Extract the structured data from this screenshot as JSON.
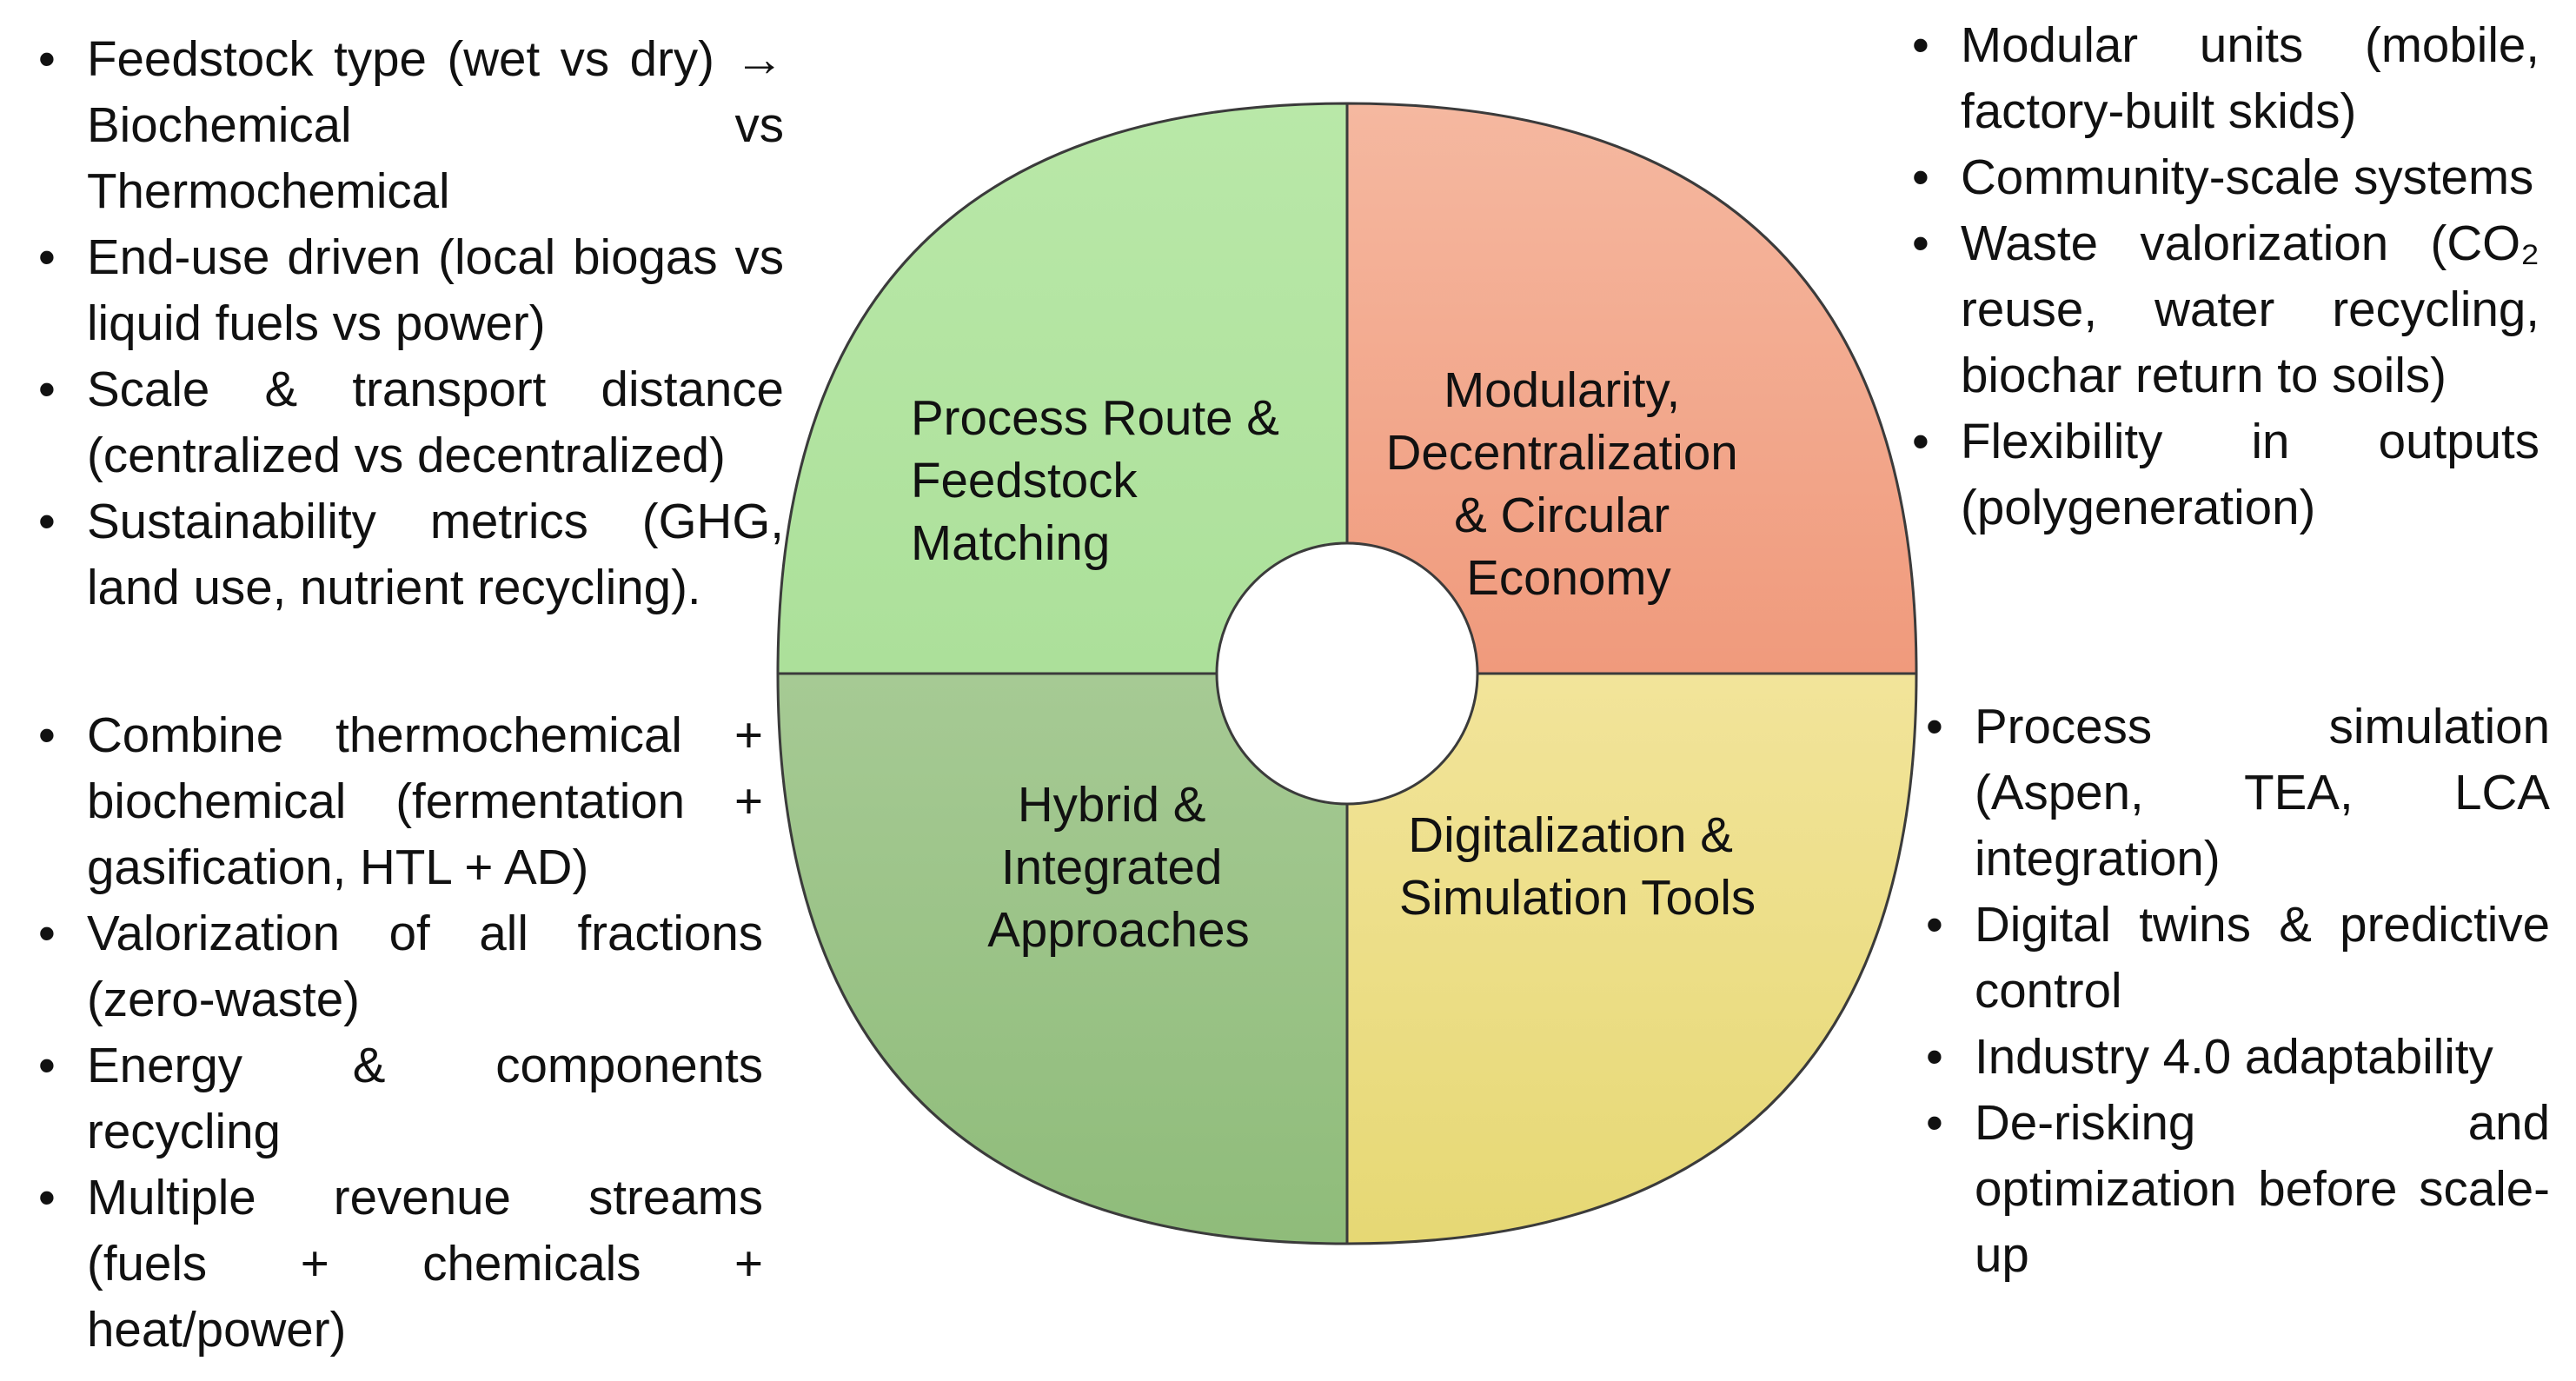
{
  "quadrants": {
    "top_left": {
      "title_lines": [
        "Process Route &",
        "Feedstock",
        "Matching"
      ],
      "color": "#b6e6a2",
      "bullets": [
        "Feedstock type (wet vs dry) → Biochemical vs Thermochemical",
        "End-use driven (local biogas vs liquid fuels vs power)",
        "Scale & transport distance (centralized vs decentralized)",
        "Sustainability metrics (GHG, land use, nutrient recycling)."
      ]
    },
    "top_right": {
      "title_lines": [
        "Modularity,",
        "Decentralization",
        "& Circular",
        "Economy"
      ],
      "color": "#f3a68a",
      "bullets": [
        "Modular units (mobile, factory-built skids)",
        "Community-scale systems",
        "Waste valorization (CO₂ reuse, water recycling, biochar return to soils)",
        "Flexibility in outputs (polygeneration)"
      ]
    },
    "bottom_left": {
      "title_lines": [
        "Hybrid &",
        "Integrated",
        "Approaches"
      ],
      "color": "#9ec58a",
      "bullets": [
        "Combine thermochemical + biochemical (fermentation + gasification, HTL + AD)",
        "Valorization of all fractions (zero-waste)",
        "Energy & components recycling",
        "Multiple revenue streams (fuels + chemicals + heat/power)"
      ]
    },
    "bottom_right": {
      "title_lines": [
        "Digitalization &",
        "Simulation Tools"
      ],
      "color": "#ecdf88",
      "bullets": [
        "Process simulation (Aspen, TEA, LCA integration)",
        "Digital twins & predictive control",
        "Industry 4.0 adaptability",
        "De-risking and optimization before scale-up"
      ]
    }
  }
}
